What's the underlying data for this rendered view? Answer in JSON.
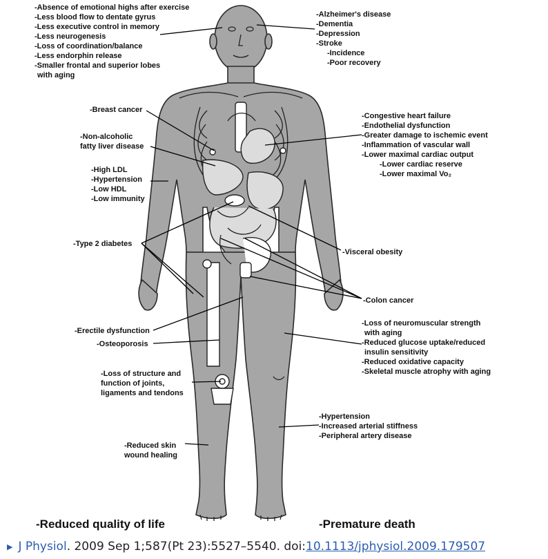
{
  "labels": {
    "brain": [
      "-Absence of emotional highs after exercise",
      "-Less blood flow to dentate gyrus",
      "-Less executive control in memory",
      "-Less neurogenesis",
      "-Loss of coordination/balance",
      "-Less endorphin release",
      "-Smaller frontal and superior lobes",
      "with aging"
    ],
    "head_disease": [
      "-Alzheimer's disease",
      "-Dementia",
      "-Depression",
      "-Stroke",
      "-Incidence",
      "-Poor recovery"
    ],
    "breast": [
      "-Breast cancer"
    ],
    "liver": [
      "-Non-alcoholic",
      "fatty liver disease"
    ],
    "blood": [
      "-High LDL",
      "-Hypertension",
      "-Low HDL",
      "-Low immunity"
    ],
    "heart": [
      "-Congestive heart failure",
      "-Endothelial dysfunction",
      "-Greater damage to ischemic event",
      "-Inflammation of vascular wall",
      "-Lower maximal cardiac output",
      "-Lower cardiac reserve",
      "-Lower maximal Vo₂"
    ],
    "diabetes": [
      "-Type 2 diabetes"
    ],
    "visceral": [
      "-Visceral obesity"
    ],
    "colon": [
      "-Colon cancer"
    ],
    "erectile": [
      "-Erectile dysfunction"
    ],
    "osteo": [
      "-Osteoporosis"
    ],
    "muscle": [
      "-Loss of neuromuscular strength",
      "with aging",
      "-Reduced glucose uptake/reduced",
      "insulin sensitivity",
      "-Reduced oxidative capacity",
      "-Skeletal muscle atrophy with aging"
    ],
    "joints": [
      "-Loss of structure and",
      "function of joints,",
      "ligaments and tendons"
    ],
    "vascular": [
      "-Hypertension",
      "-Increased arterial stiffness",
      "-Peripheral artery disease"
    ],
    "skin": [
      "-Reduced skin",
      "wound healing"
    ]
  },
  "bottom": {
    "left": "-Reduced quality of life",
    "right": "-Premature death"
  },
  "caption": {
    "journal": "J Physiol",
    "citation": ". 2009 Sep 1;587(Pt 23):5527–5540. doi: ",
    "doi": "10.1113/jphysiol.2009.179507"
  }
}
